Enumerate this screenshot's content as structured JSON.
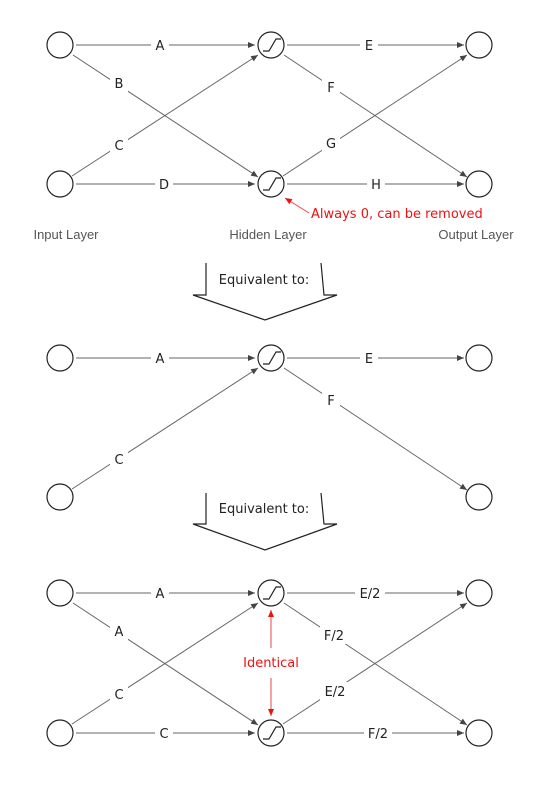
{
  "diagram1": {
    "edges": {
      "a": "A",
      "b": "B",
      "c": "C",
      "d": "D",
      "e": "E",
      "f": "F",
      "g": "G",
      "h": "H"
    },
    "annotation": "Always 0, can be removed",
    "layers": {
      "input": "Input Layer",
      "hidden": "Hidden Layer",
      "output": "Output Layer"
    }
  },
  "arrow1": {
    "label": "Equivalent to:"
  },
  "diagram2": {
    "edges": {
      "a": "A",
      "c": "C",
      "e": "E",
      "f": "F"
    }
  },
  "arrow2": {
    "label": "Equivalent to:"
  },
  "diagram3": {
    "edges": {
      "a1": "A",
      "a2": "A",
      "c1": "C",
      "c2": "C",
      "e1": "E/2",
      "e2": "E/2",
      "f1": "F/2",
      "f2": "F/2"
    },
    "annotation": "Identical"
  },
  "colors": {
    "annotation": "#e11111",
    "node_stroke": "#222222",
    "edge": "#666666"
  }
}
